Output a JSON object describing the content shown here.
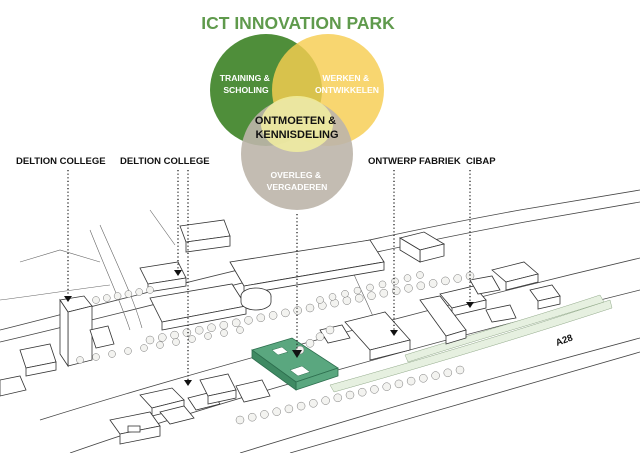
{
  "title": "ICT INNOVATION PARK",
  "colors": {
    "title": "#5f9a4c",
    "training": "#4f8e3a",
    "werken": "#f7cd50",
    "overleg": "#bdb5aa",
    "center": "#f2eea0",
    "site": "#5aa77f"
  },
  "venn": {
    "training": [
      "TRAINING &",
      "SCHOLING"
    ],
    "werken": [
      "WERKEN &",
      "ONTWIKKELEN"
    ],
    "overleg": [
      "OVERLEG &",
      "VERGADEREN"
    ],
    "center": [
      "ONTMOETEN &",
      "KENNISDELING"
    ]
  },
  "labels": {
    "deltion_1": "DELTION COLLEGE",
    "deltion_2": "DELTION COLLEGE",
    "ontwerp": "ONTWERP FABRIEK",
    "cibap": "CIBAP",
    "road": "A28"
  }
}
